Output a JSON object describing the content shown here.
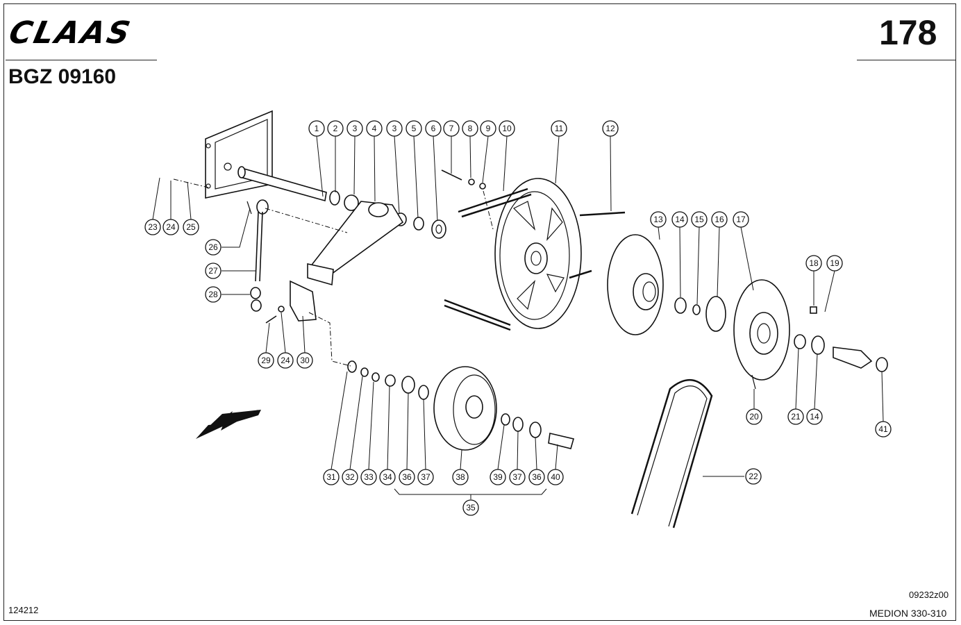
{
  "header": {
    "brand": "CLAAS",
    "page_number": "178",
    "document_number": "BGZ 09160"
  },
  "footer": {
    "figure_id": "124212",
    "drawing_code": "09232z00",
    "model": "MEDION 330-310"
  },
  "callouts": [
    {
      "label": "1"
    },
    {
      "label": "2"
    },
    {
      "label": "3"
    },
    {
      "label": "4"
    },
    {
      "label": "3"
    },
    {
      "label": "5"
    },
    {
      "label": "6"
    },
    {
      "label": "7"
    },
    {
      "label": "8"
    },
    {
      "label": "9"
    },
    {
      "label": "10"
    },
    {
      "label": "11"
    },
    {
      "label": "12"
    },
    {
      "label": "13"
    },
    {
      "label": "14"
    },
    {
      "label": "15"
    },
    {
      "label": "16"
    },
    {
      "label": "17"
    },
    {
      "label": "18"
    },
    {
      "label": "19"
    },
    {
      "label": "20"
    },
    {
      "label": "21"
    },
    {
      "label": "14"
    },
    {
      "label": "41"
    },
    {
      "label": "22"
    },
    {
      "label": "23"
    },
    {
      "label": "24"
    },
    {
      "label": "25"
    },
    {
      "label": "26"
    },
    {
      "label": "27"
    },
    {
      "label": "28"
    },
    {
      "label": "29"
    },
    {
      "label": "24"
    },
    {
      "label": "30"
    },
    {
      "label": "31"
    },
    {
      "label": "32"
    },
    {
      "label": "33"
    },
    {
      "label": "34"
    },
    {
      "label": "36"
    },
    {
      "label": "37"
    },
    {
      "label": "38"
    },
    {
      "label": "39"
    },
    {
      "label": "37"
    },
    {
      "label": "36"
    },
    {
      "label": "40"
    },
    {
      "label": "35"
    }
  ]
}
